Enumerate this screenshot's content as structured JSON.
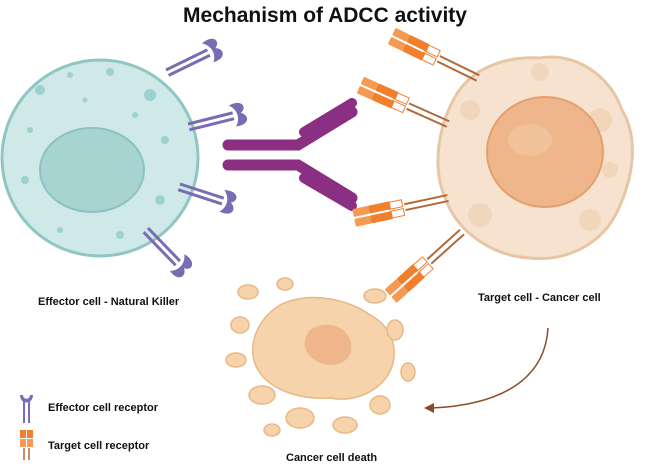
{
  "title": "Mechanism of ADCC activity",
  "labels": {
    "effector_cell": "Effector cell - Natural Killer",
    "target_cell": "Target cell - Cancer cell",
    "cancer_death": "Cancer cell death"
  },
  "legend": {
    "effector_receptor": "Effector cell receptor",
    "target_receptor": "Target cell receptor"
  },
  "colors": {
    "nk_cell": "#cfe8e8",
    "nk_nucleus": "#9fd0cf",
    "effector_receptor": "#7a6cb4",
    "antibody": "#8b2f82",
    "target_receptor": "#f07f2e",
    "cancer_cell": "#f6e2cf",
    "cancer_nucleus": "#eeb68a",
    "death_fragment": "#f6d3aa",
    "arrow": "#8a4b2a"
  }
}
